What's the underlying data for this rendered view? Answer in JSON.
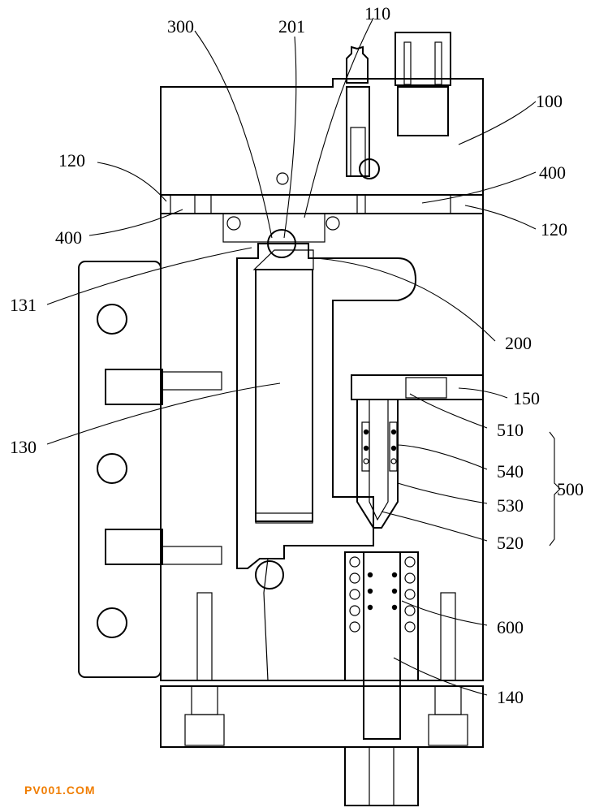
{
  "labels": {
    "l300": "300",
    "l201": "201",
    "l110": "110",
    "l100": "100",
    "l120_left": "120",
    "l400_right": "400",
    "l400_left": "400",
    "l120_right": "120",
    "l131": "131",
    "l200": "200",
    "l150": "150",
    "l510": "510",
    "l540": "540",
    "l500": "500",
    "l530": "530",
    "l130": "130",
    "l520": "520",
    "l600": "600",
    "l140": "140"
  },
  "watermark": "PV001.COM",
  "colors": {
    "line": "#000000",
    "hatch": "#000000",
    "watermark": "#f07d00",
    "background": "#ffffff"
  }
}
